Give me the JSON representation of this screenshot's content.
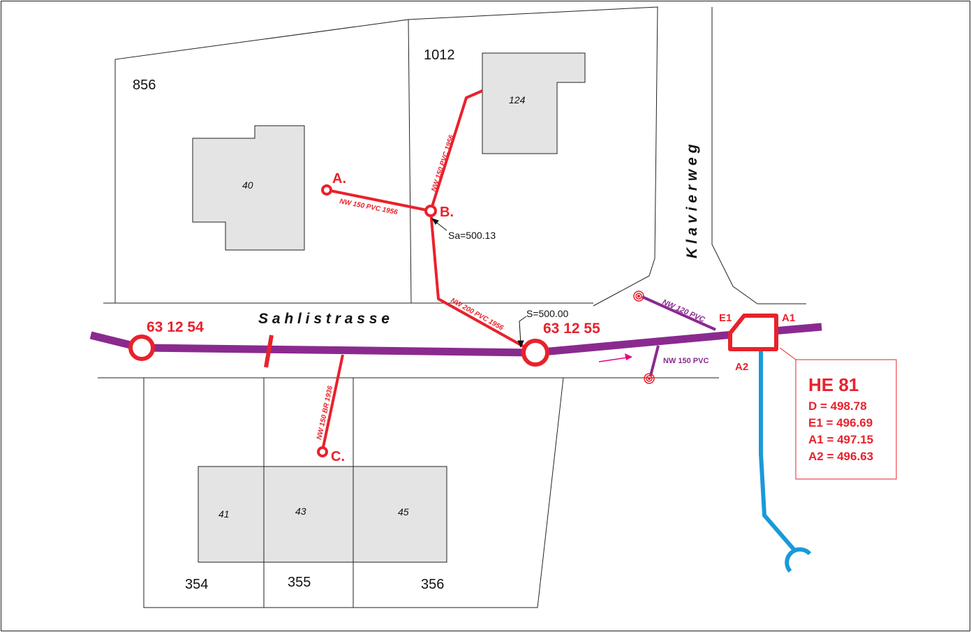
{
  "colors": {
    "main_sewer": "#8a2a8f",
    "connection": "#e8222c",
    "outlet": "#1a9ad8",
    "building": "#e4e4e4",
    "flow_arrow": "#e6007e"
  },
  "parcels": [
    "856",
    "1012",
    "354",
    "355",
    "356"
  ],
  "buildings": [
    "40",
    "124",
    "41",
    "43",
    "45"
  ],
  "streets": {
    "sahli": "S a h l i s t r a s s e",
    "klavier": "K l a v i e r w e g"
  },
  "manholes": [
    "63 12 54",
    "63 12 55"
  ],
  "points": [
    "A.",
    "B.",
    "C."
  ],
  "pipes": {
    "a_b": "NW 150 PVC 1956",
    "b_up": "NW 150 PVC 1956",
    "b_main": "NW 200 PVC 1956",
    "c": "NW 150 BR 1936",
    "gully_top": "NW 120 PVC",
    "gully_bottom": "NW 150 PVC"
  },
  "elevations": {
    "sa": "Sa=500.13",
    "s": "S=500.00"
  },
  "structure": {
    "title": "HE 81",
    "rows": [
      "D = 498.78",
      "E1 = 496.69",
      "A1 = 497.15",
      "A2 = 496.63"
    ],
    "inlet_labels": [
      "E1",
      "A1",
      "A2"
    ]
  }
}
